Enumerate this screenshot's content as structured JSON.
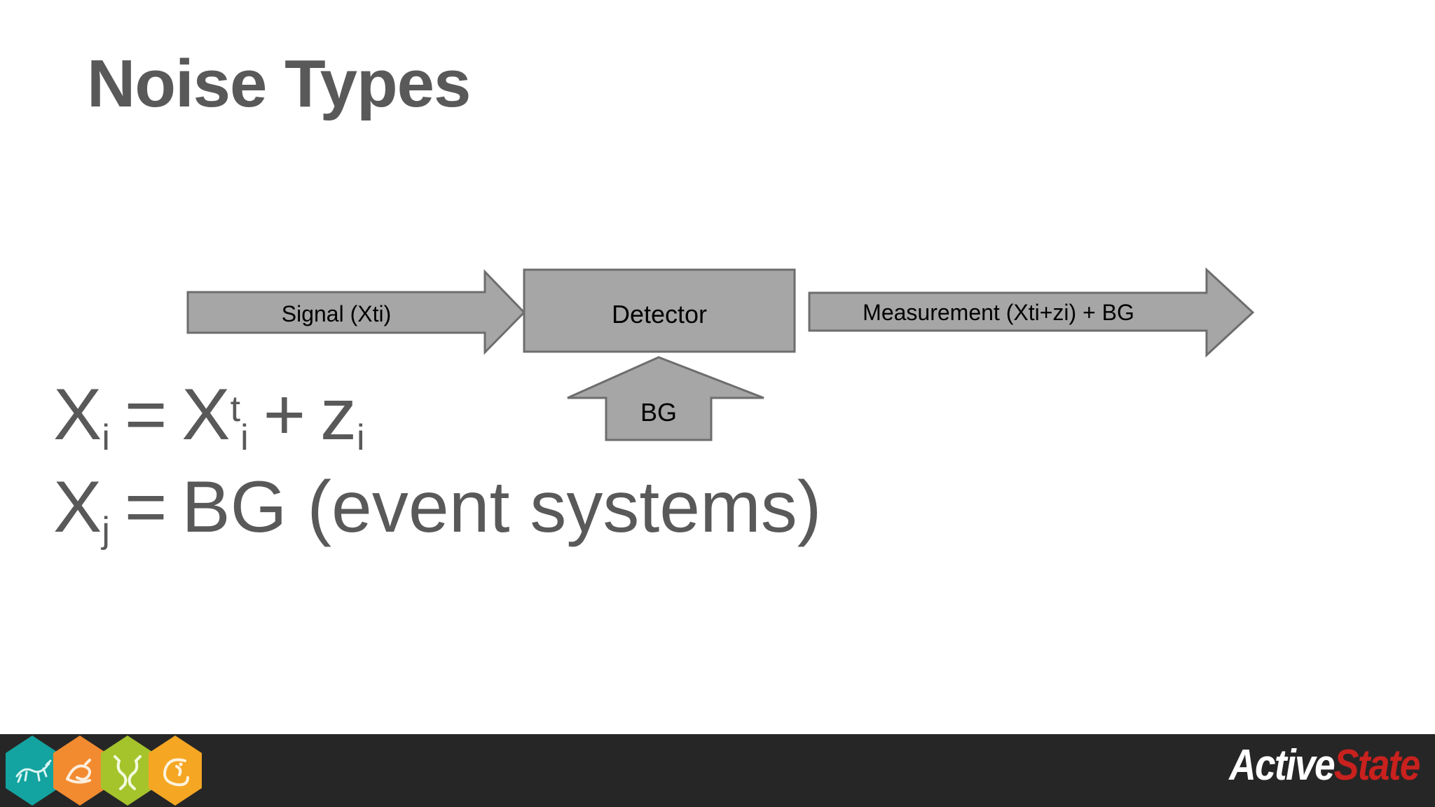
{
  "slide": {
    "title": "Noise Types",
    "background_color": "#ffffff",
    "title_color": "#595959"
  },
  "diagram": {
    "type": "block-flow",
    "shape_fill": "#a6a6a6",
    "shape_stroke": "#6d6d6d",
    "label_color": "#000000",
    "shapes": [
      {
        "name": "signal-arrow",
        "kind": "right-arrow",
        "label": "Signal (Xti)"
      },
      {
        "name": "detector-box",
        "kind": "rectangle",
        "label": "Detector"
      },
      {
        "name": "measurement-arrow",
        "kind": "right-arrow",
        "label": "Measurement (Xti+zi) + BG"
      },
      {
        "name": "bg-arrow",
        "kind": "up-arrow",
        "label": "BG"
      }
    ]
  },
  "equations": {
    "color": "#595959",
    "line1": {
      "lhs_base": "X",
      "lhs_sub": "i",
      "eq": "=",
      "rhs_base": "X",
      "rhs_sup": "t",
      "rhs_sub": "i",
      "plus": "+",
      "term_base": "z",
      "term_sub": "i",
      "plain": "Xi = Xti + zi"
    },
    "line2": {
      "lhs_base": "X",
      "lhs_sub": "j",
      "eq": "=",
      "rhs": "BG (event systems)",
      "plain": "Xj = BG (event systems)"
    }
  },
  "footer": {
    "background_color": "#262626",
    "logo": {
      "part1": "Active",
      "part1_color": "#ffffff",
      "part2": "State",
      "part2_color": "#c9211e"
    },
    "hexagons": [
      {
        "name": "komodo-hex",
        "color": "#13a3a0",
        "glyph": "gecko"
      },
      {
        "name": "perl-hex",
        "color": "#f28b30",
        "glyph": "camel"
      },
      {
        "name": "tcl-hex",
        "color": "#a5c42c",
        "glyph": "feather"
      },
      {
        "name": "python-hex",
        "color": "#f5a623",
        "glyph": "python"
      }
    ]
  }
}
